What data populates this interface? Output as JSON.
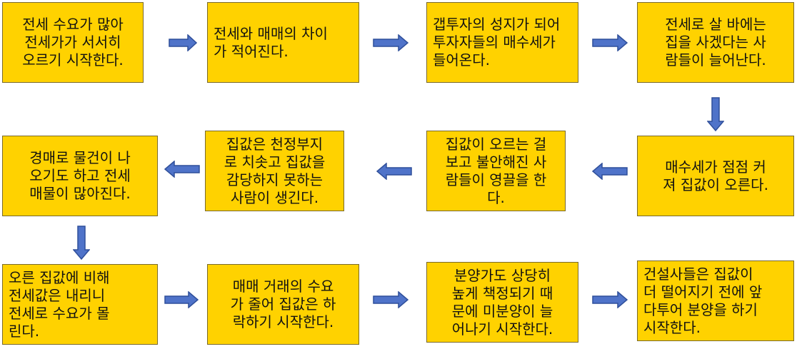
{
  "colors": {
    "box_fill": "#FFD200",
    "box_border": "#7a6a2a",
    "arrow_fill": "#4F73C9",
    "arrow_stroke": "#2F4F9A"
  },
  "steps": [
    {
      "lines": [
        "전세 수요가 많아",
        "전세가가 서서히",
        "오르기 시작한다."
      ]
    },
    {
      "lines": [
        "전세와 매매의 차이",
        "가 적어진다."
      ]
    },
    {
      "lines": [
        "갭투자의 성지가 되어",
        "투자자들의 매수세가",
        "들어온다."
      ]
    },
    {
      "lines": [
        "전세로 살 바에는",
        "집을 사겠다는 사",
        "람들이 늘어난다."
      ]
    },
    {
      "lines": [
        "매수세가 점점 커",
        "져 집값이 오른다."
      ]
    },
    {
      "lines": [
        "집값이 오르는 걸",
        "보고 불안해진 사",
        "람들이 영끌을 한",
        "다."
      ]
    },
    {
      "lines": [
        "집값은 천정부지",
        "로 치솟고 집값을",
        "감당하지 못하는",
        "사람이 생긴다."
      ]
    },
    {
      "lines": [
        "경매로 물건이 나",
        "오기도 하고 전세",
        "매물이 많아진다."
      ]
    },
    {
      "lines": [
        "오른 집값에 비해",
        "전세값은 내리니",
        "전세로 수요가 몰",
        "린다."
      ]
    },
    {
      "lines": [
        "매매 거래의 수요",
        "가 줄어 집값은 하",
        "락하기 시작한다."
      ]
    },
    {
      "lines": [
        "분양가도 상당히",
        "높게 책정되기 때",
        "문에 미분양이 늘",
        "어나기 시작한다."
      ]
    },
    {
      "lines": [
        "건설사들은 집값이",
        "더 떨어지기 전에 앞",
        "다투어 분양을 하기",
        "시작한다."
      ]
    }
  ]
}
